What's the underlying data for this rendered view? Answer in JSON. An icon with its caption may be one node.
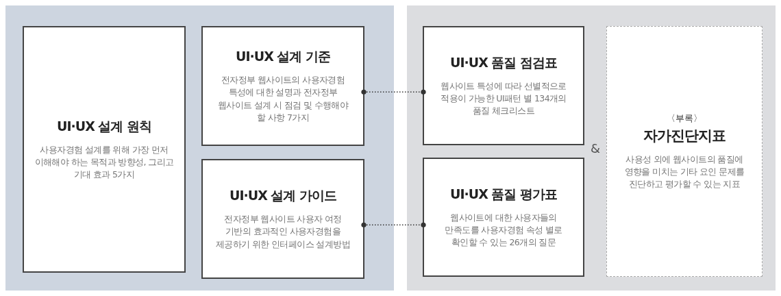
{
  "diagram": {
    "nodes": [
      {
        "text": [],
        "shape": "box"
      },
      {
        "text": [
          "UI·UX 설계 원칙",
          "사용자경험 설계를 위해 가장 먼저 이해해야 하는 목적과 방향성, 그리고 기대 효과 5가지"
        ],
        "in": 0
      },
      {
        "text": [
          "UI·UX 설계 기준",
          "전자정부 웹사이트의 사용자경험 특성에 대한 설명과 전자정부 웹사이트 설계 시 점검 및 수행해야 할 사항 7가지"
        ],
        "in": 0
      },
      {
        "text": [
          "UI·UX 설계 가이드",
          "전자정부 웹사이트 사용자 여정 기반의 효과적인 사용자경험을 제공하기 위한 인터페이스 설계방법"
        ],
        "in": 0
      },
      {
        "text": [],
        "shape": "box"
      },
      {
        "text": [
          "UI·UX 품질 점검표",
          "웹사이트 특성에 따라 선별적으로 적용이 가능한 UI패턴 별 134개의 품질 체크리스트"
        ],
        "in": 4
      },
      {
        "text": [
          "UI·UX 품질 평가표",
          "웹사이트에 대한 사용자들의 만족도를 사용자경험 속성 별로 확인할 수 있는 26개의 질문"
        ],
        "in": 4
      },
      {
        "text": [
          "〈부록〉",
          "자가진단지표",
          "사용성 외에 웹사이트의 품질에 영향을 미치는 기타 요인 문제를 진단하고 평가할 수 있는 지표"
        ],
        "in": 4
      }
    ],
    "edges": [
      {
        "from": 2,
        "to": 5,
        "arrow": "other",
        "style": "dashed"
      },
      {
        "from": 3,
        "to": 6,
        "arrow": "other",
        "style": "dashed"
      }
    ],
    "labels": [
      "&"
    ]
  }
}
